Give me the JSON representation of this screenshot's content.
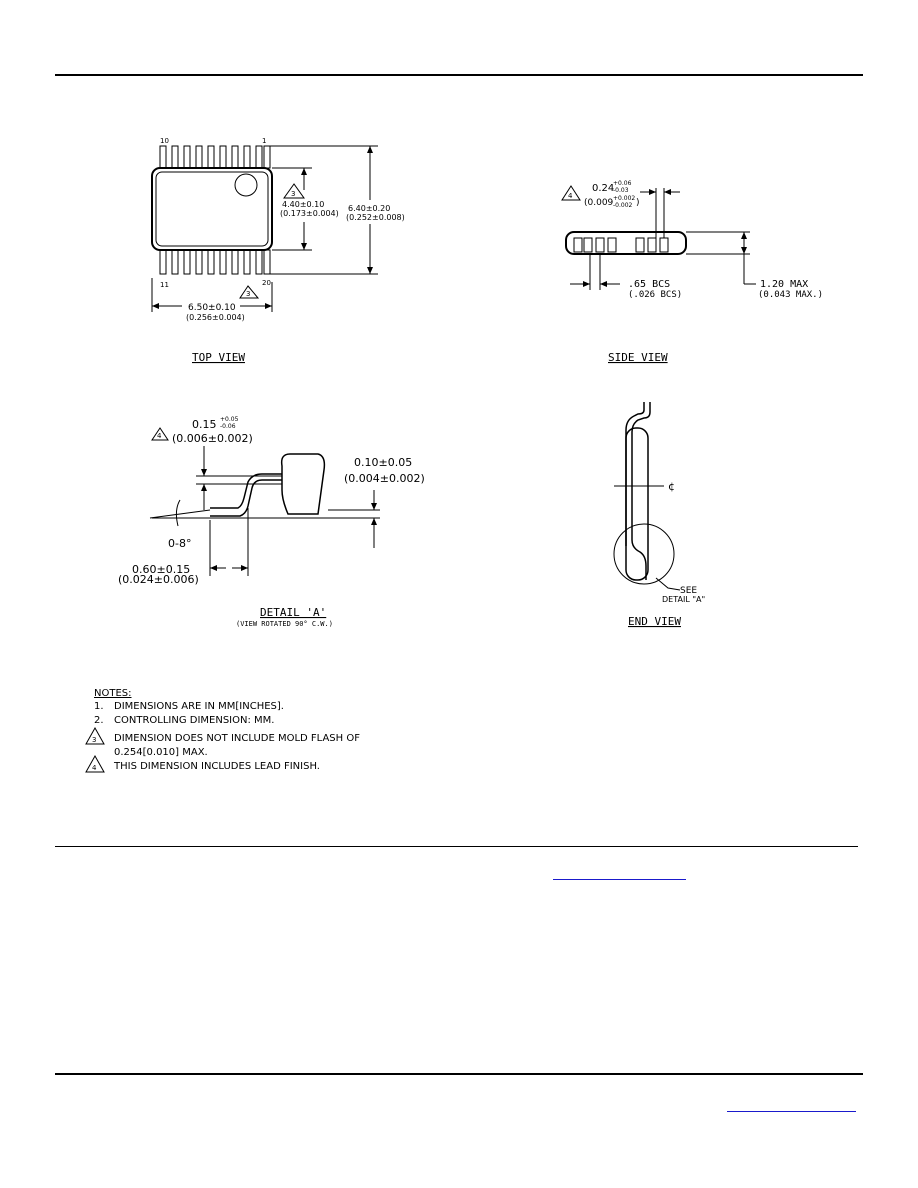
{
  "top_view": {
    "title": "TOP VIEW",
    "pin_10": "10",
    "pin_1": "1",
    "pin_11": "11",
    "pin_20": "20",
    "note_ref_3": "3",
    "body_width_mm": "4.40±0.10",
    "body_width_in": "(0.173±0.004)",
    "overall_width_mm": "6.40±0.20",
    "overall_width_in": "(0.252±0.008)",
    "length_mm": "6.50±0.10",
    "length_in": "(0.256±0.004)"
  },
  "side_view": {
    "title": "SIDE VIEW",
    "note_ref_4": "4",
    "lead_width_mm": "0.24",
    "lead_width_mm_tol_plus": "+0.06",
    "lead_width_mm_tol_minus": "-0.03",
    "lead_width_in": "(0.009",
    "lead_width_in_tol_plus": "+0.002",
    "lead_width_in_tol_minus": "-0.002",
    "lead_width_in_close": ")",
    "pitch_mm": ".65 BCS",
    "pitch_in": "(.026 BCS)",
    "height_mm": "1.20 MAX",
    "height_in": "(0.043 MAX.)"
  },
  "detail_a": {
    "title": "DETAIL 'A'",
    "subtitle": "(VIEW ROTATED 90° C.W.)",
    "note_ref_4": "4",
    "thickness_mm": "0.15",
    "thickness_mm_tol_plus": "+0.05",
    "thickness_mm_tol_minus": "-0.06",
    "thickness_in": "(0.006±0.002)",
    "standoff_mm": "0.10±0.05",
    "standoff_in": "(0.004±0.002)",
    "angle": "0-8°",
    "foot_mm": "0.60±0.15",
    "foot_in": "(0.024±0.006)"
  },
  "end_view": {
    "title": "END VIEW",
    "centerline": "¢",
    "see": "SEE",
    "detail_ref": "DETAIL \"A\""
  },
  "notes": {
    "heading": "NOTES:",
    "n1_num": "1.",
    "n1": "DIMENSIONS ARE IN MM[INCHES].",
    "n2_num": "2.",
    "n2": "CONTROLLING DIMENSION: MM.",
    "n3_ref": "3",
    "n3_line1": "DIMENSION DOES NOT INCLUDE MOLD FLASH OF",
    "n3_line2": "0.254[0.010] MAX.",
    "n4_ref": "4",
    "n4": "THIS DIMENSION INCLUDES LEAD FINISH."
  }
}
